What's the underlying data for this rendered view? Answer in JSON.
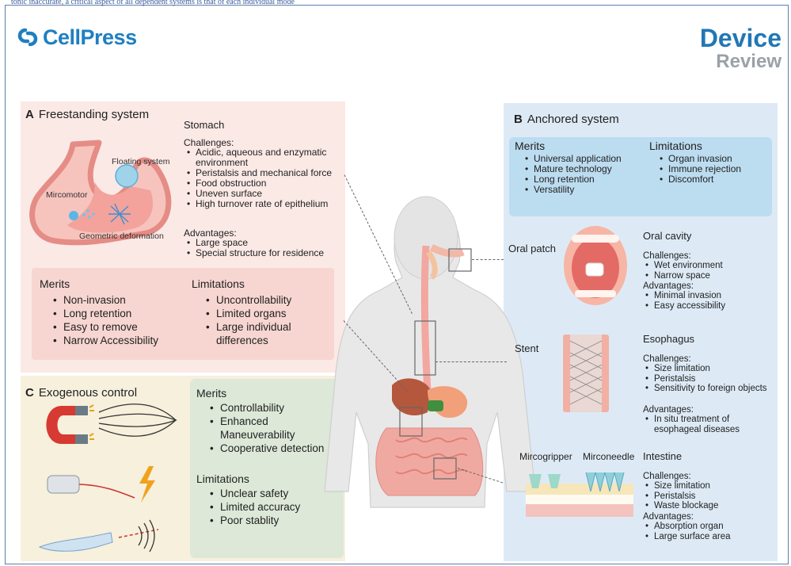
{
  "header": {
    "top_strip": "tonic inaccurate, a critical aspect of all dependent systems is that of each individual mode",
    "publisher": "CellPress",
    "journal": "Device",
    "article_type": "Review"
  },
  "panel_a": {
    "letter": "A",
    "title": "Freestanding system",
    "organ": "Stomach",
    "challenges_label": "Challenges:",
    "challenges": [
      "Acidic, aqueous and enzymatic environment",
      "Peristalsis and mechanical force",
      "Food obstruction",
      "Uneven surface",
      "High turnover rate of epithelium"
    ],
    "advantages_label": "Advantages:",
    "advantages": [
      "Large space",
      "Special structure for residence"
    ],
    "labels": {
      "floating": "Floating system",
      "micromotor": "Mircomotor",
      "deformation": "Geometric deformation"
    },
    "merits_title": "Merits",
    "merits": [
      "Non-invasion",
      "Long retention",
      "Easy to remove",
      "Narrow Accessibility"
    ],
    "limitations_title": "Limitations",
    "limitations": [
      "Uncontrollability",
      "Limited organs",
      "Large individual differences"
    ]
  },
  "panel_b": {
    "letter": "B",
    "title": "Anchored system",
    "merits_title": "Merits",
    "merits": [
      "Universal application",
      "Mature technology",
      "Long retention",
      "Versatility"
    ],
    "limitations_title": "Limitations",
    "limitations": [
      "Organ invasion",
      "Immune rejection",
      "Discomfort"
    ],
    "oral": {
      "device": "Oral patch",
      "title": "Oral cavity",
      "challenges_label": "Challenges:",
      "challenges": [
        "Wet environment",
        "Narrow space"
      ],
      "advantages_label": "Advantages:",
      "advantages": [
        "Minimal invasion",
        "Easy accessibility"
      ]
    },
    "esophagus": {
      "device": "Stent",
      "title": "Esophagus",
      "challenges_label": "Challenges:",
      "challenges": [
        "Size limitation",
        "Peristalsis",
        "Sensitivity to foreign objects"
      ],
      "advantages_label": "Advantages:",
      "advantages": [
        "In situ treatment of esophageal diseases"
      ]
    },
    "intestine": {
      "device1": "Mircogripper",
      "device2": "Mirconeedle",
      "title": "Intestine",
      "challenges_label": "Challenges:",
      "challenges": [
        "Size limitation",
        "Peristalsis",
        "Waste blockage"
      ],
      "advantages_label": "Advantages:",
      "advantages": [
        "Absorption organ",
        "Large surface area"
      ]
    }
  },
  "panel_c": {
    "letter": "C",
    "title": "Exogenous control",
    "merits_title": "Merits",
    "merits": [
      "Controllability",
      "Enhanced Maneuverability",
      "Cooperative detection"
    ],
    "limitations_title": "Limitations",
    "limitations": [
      "Unclear safety",
      "Limited accuracy",
      "Poor stablity"
    ]
  },
  "colors": {
    "panel_a_bg": "#fbe9e6",
    "panel_b_bg": "#ddeaf6",
    "panel_c_bg": "#f6f0dc",
    "brand_blue": "#1e7fc1"
  }
}
